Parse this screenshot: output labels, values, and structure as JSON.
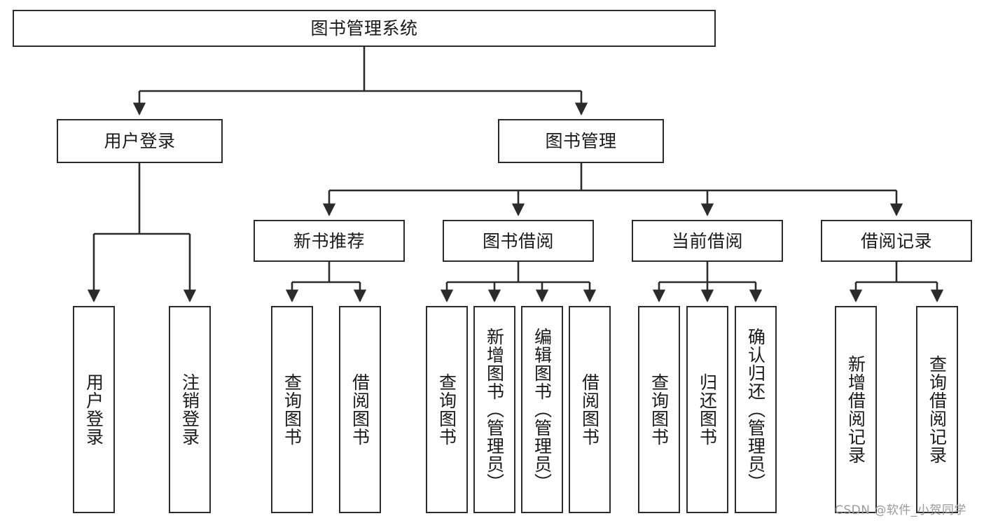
{
  "diagram": {
    "title": "图书管理系统",
    "type": "tree-hierarchy-chart",
    "stroke_color": "#2b2b2b",
    "fill_color": "#ffffff",
    "text_color": "#1a1a1a"
  },
  "root": {
    "label": "图书管理系统"
  },
  "level2": [
    {
      "label": "用户登录"
    },
    {
      "label": "图书管理"
    }
  ],
  "level3": [
    {
      "label": "新书推荐"
    },
    {
      "label": "图书借阅"
    },
    {
      "label": "当前借阅"
    },
    {
      "label": "借阅记录"
    }
  ],
  "leaves": {
    "user_login": [
      {
        "label": "用户登录"
      },
      {
        "label": "注销登录"
      }
    ],
    "new_book_recommend": [
      {
        "label": "查询图书"
      },
      {
        "label": "借阅图书"
      }
    ],
    "book_borrow": [
      {
        "label": "查询图书"
      },
      {
        "label": "新增图书（管理员）"
      },
      {
        "label": "编辑图书（管理员）"
      },
      {
        "label": "借阅图书"
      }
    ],
    "current_borrow": [
      {
        "label": "查询图书"
      },
      {
        "label": "归还图书"
      },
      {
        "label": "确认归还（管理员）"
      }
    ],
    "borrow_record": [
      {
        "label": "新增借阅记录"
      },
      {
        "label": "查询借阅记录"
      }
    ]
  },
  "watermark": {
    "text": "CSDN @软件_小贺同学",
    "color": "#9a9a9a"
  }
}
